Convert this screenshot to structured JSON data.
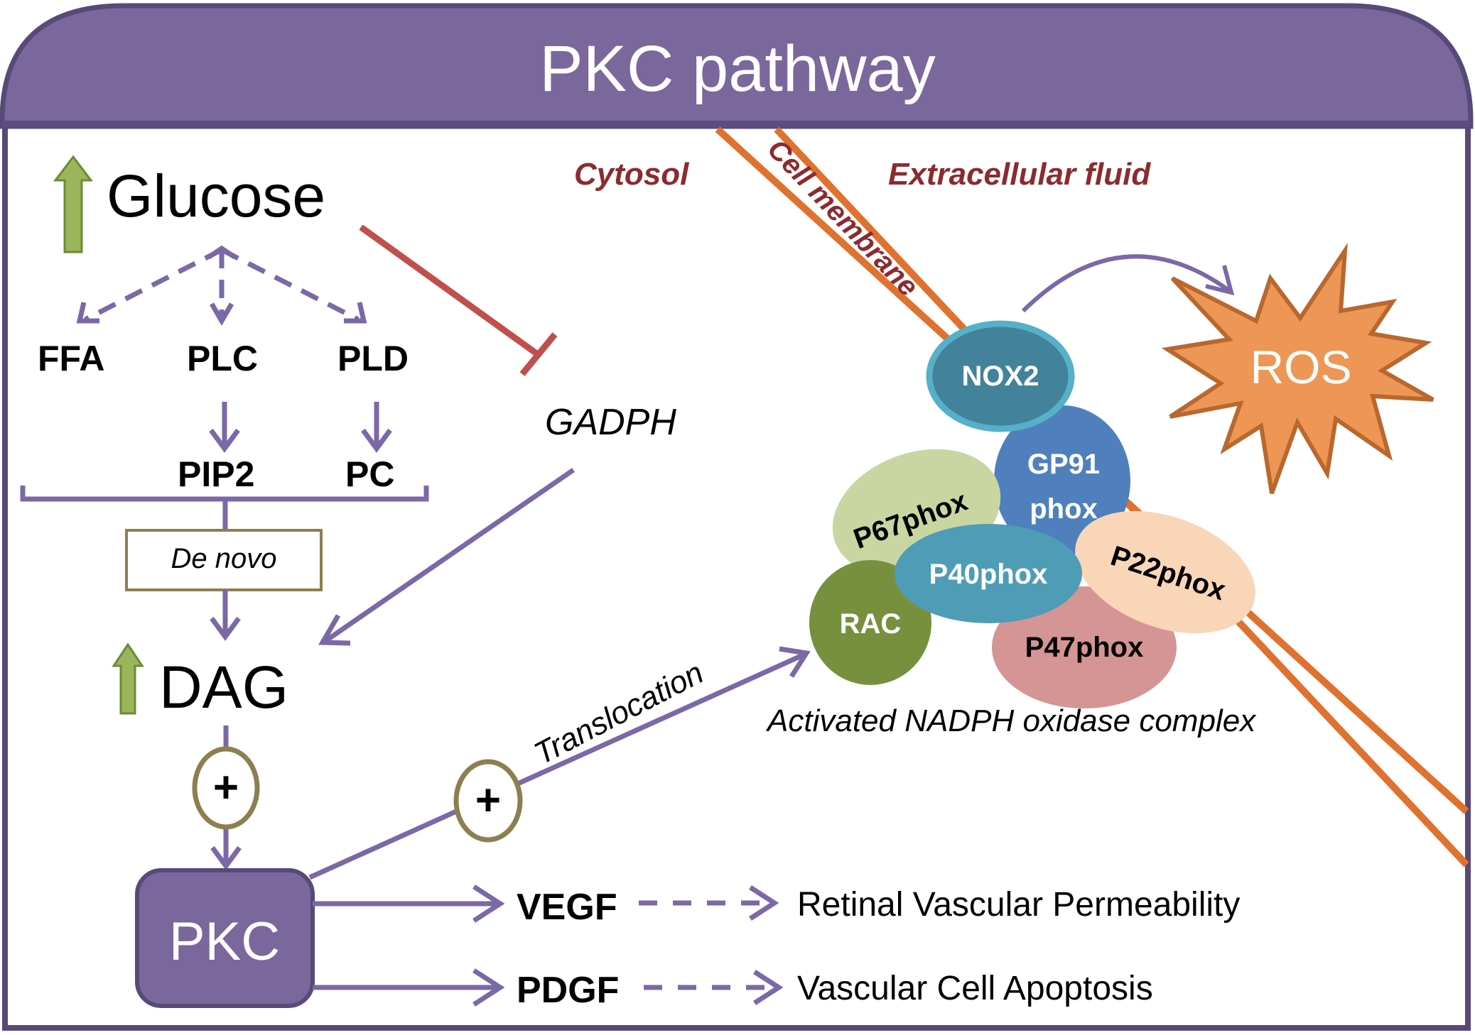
{
  "title": "PKC pathway",
  "compartments": {
    "cytosol": "Cytosol",
    "extracellular": "Extracellular fluid",
    "membrane": "Cell membrane"
  },
  "nodes": {
    "glucose": "Glucose",
    "ffa": "FFA",
    "plc": "PLC",
    "pld": "PLD",
    "pip2": "PIP2",
    "pc": "PC",
    "de_novo": "De novo",
    "dag": "DAG",
    "gadph": "GADPH",
    "pkc": "PKC",
    "vegf": "VEGF",
    "pdgf": "PDGF",
    "ros": "ROS",
    "plus_symbol": "+"
  },
  "edges": {
    "translocation_label": "Translocation"
  },
  "outcomes": {
    "vegf_effect": "Retinal Vascular Permeability",
    "pdgf_effect": "Vascular Cell Apoptosis"
  },
  "nadph_complex": {
    "caption": "Activated NADPH oxidase complex",
    "subunits": {
      "nox2": "NOX2",
      "gp91_line1": "GP91",
      "gp91_line2": "phox",
      "p67": "P67phox",
      "p40": "P40phox",
      "p22": "P22phox",
      "p47": "P47phox",
      "rac": "RAC"
    }
  },
  "indicators": {
    "glucose_trend": "increase",
    "dag_trend": "increase"
  },
  "colors": {
    "header": "#7a679c",
    "frame": "#574a78",
    "arrow": "#7b68a6",
    "inhibit": "#c0504d",
    "membrane": "#e0712f",
    "compartment_text": "#8b2b2f",
    "up_arrow_fill": "#9bb55a",
    "ros_fill": "#ee9655"
  }
}
